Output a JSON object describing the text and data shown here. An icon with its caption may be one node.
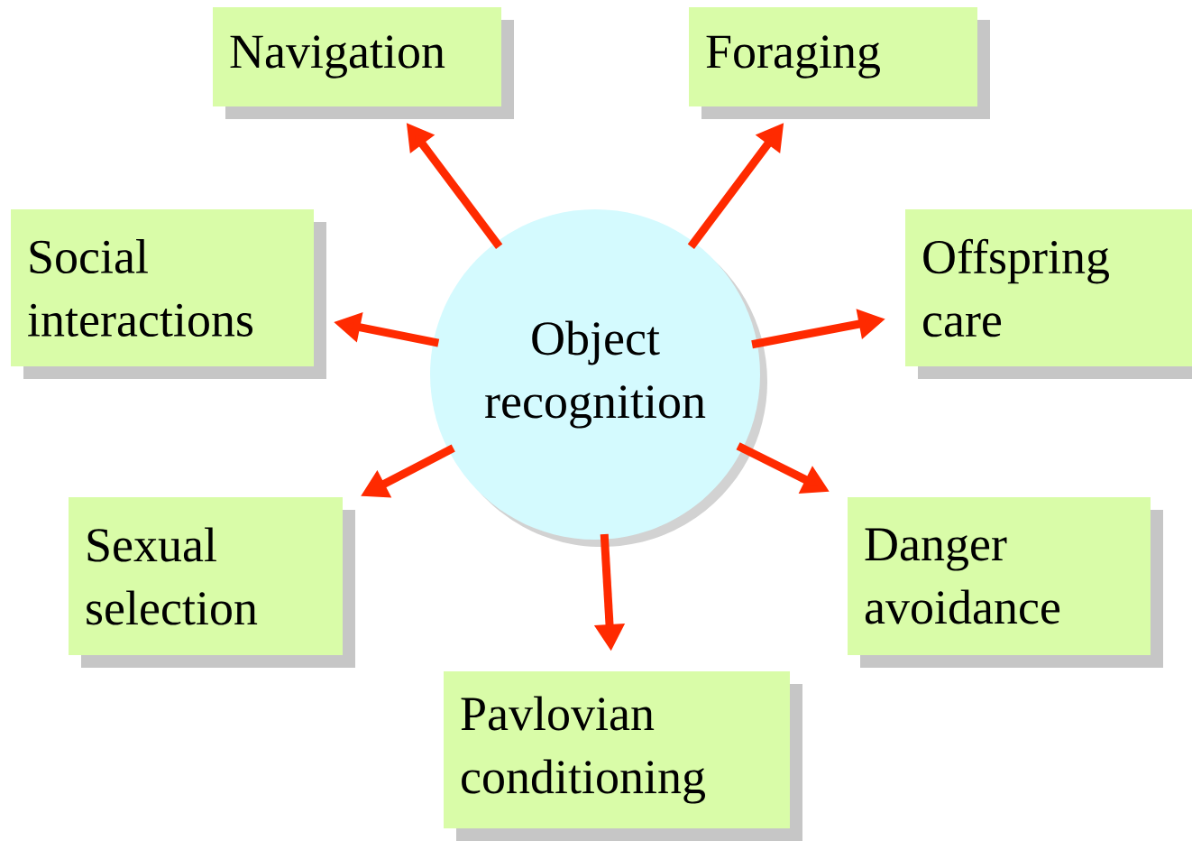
{
  "diagram": {
    "nodes": [
      {
        "text": [
          "Object recognition"
        ]
      },
      {
        "text": [
          "Navigation"
        ]
      },
      {
        "text": [
          "Foraging"
        ]
      },
      {
        "text": [
          "Social interactions"
        ]
      },
      {
        "text": [
          "Offspring care"
        ]
      },
      {
        "text": [
          "Sexual selection"
        ]
      },
      {
        "text": [
          "Danger avoidance"
        ]
      },
      {
        "text": [
          "Pavlovian conditioning"
        ]
      }
    ],
    "edges": [
      {
        "from": 0,
        "to": 1,
        "arrow": "to"
      },
      {
        "from": 0,
        "to": 2,
        "arrow": "to"
      },
      {
        "from": 0,
        "to": 3,
        "arrow": "to"
      },
      {
        "from": 0,
        "to": 4,
        "arrow": "to"
      },
      {
        "from": 0,
        "to": 5,
        "arrow": "to"
      },
      {
        "from": 0,
        "to": 6,
        "arrow": "to"
      },
      {
        "from": 0,
        "to": 7,
        "arrow": "to"
      }
    ]
  }
}
